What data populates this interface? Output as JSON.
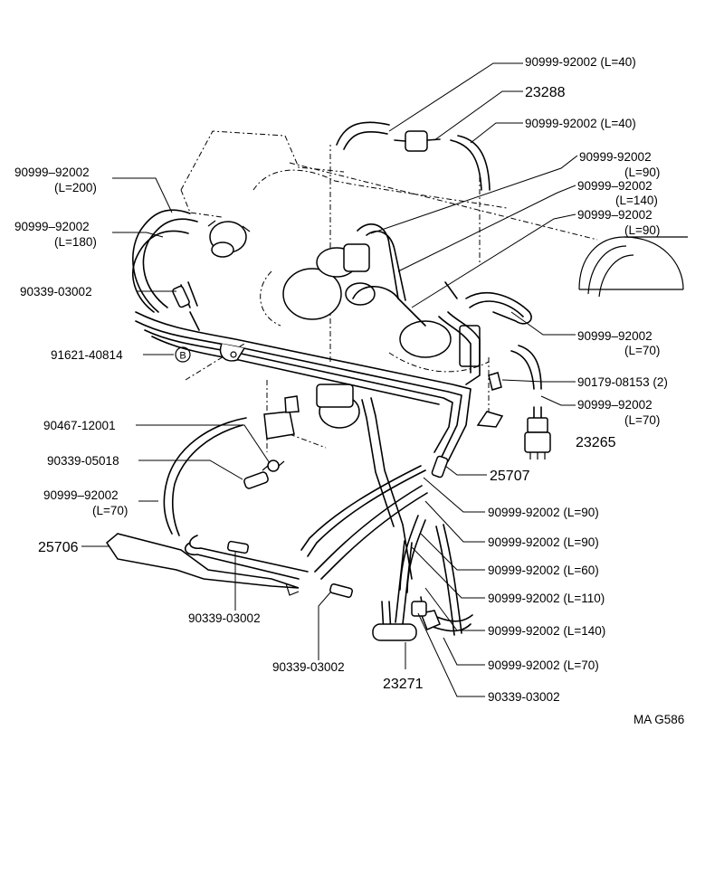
{
  "labels": {
    "l01": "90999-92002 (L=40)",
    "l02": "23288",
    "l03": "90999-92002 (L=40)",
    "l04a": "90999-92002",
    "l04b": "(L=90)",
    "l05a": "90999–92002",
    "l05b": "(L=140)",
    "l06a": "90999–92002",
    "l06b": "(L=90)",
    "l07a": "90999–92002",
    "l07b": "(L=200)",
    "l08a": "90999–92002",
    "l08b": "(L=180)",
    "l09": "90339-03002",
    "l10": "91621-40814",
    "l11a": "90999–92002",
    "l11b": "(L=70)",
    "l12": "90179-08153 (2)",
    "l13a": "90999–92002",
    "l13b": "(L=70)",
    "l14": "90467-12001",
    "l15": "23265",
    "l16": "90339-05018",
    "l17": "25707",
    "l18a": "90999–92002",
    "l18b": "(L=70)",
    "l19": "90999-92002 (L=90)",
    "l20": "25706",
    "l21": "90999-92002 (L=90)",
    "l22": "90999-92002 (L=60)",
    "l23": "90339-03002",
    "l24": "90999-92002 (L=110)",
    "l25": "90339-03002",
    "l26": "90999-92002 (L=140)",
    "l27": "90999-92002 (L=70)",
    "l28": "23271",
    "l29": "90339-03002",
    "code": "MA G586",
    "marker": "B"
  }
}
